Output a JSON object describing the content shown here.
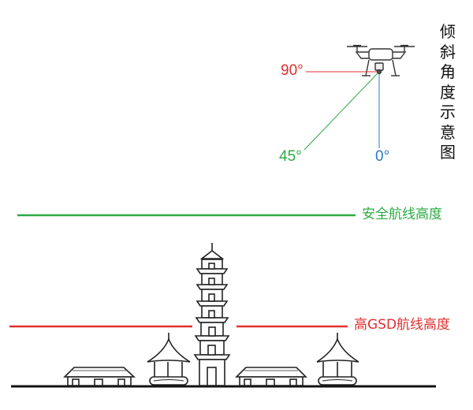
{
  "diagram": {
    "title_vertical": "倾斜角度示意图",
    "angles": {
      "deg90": "90°",
      "deg45": "45°",
      "deg0": "0°"
    },
    "lines": {
      "safe_altitude": "安全航线高度",
      "gsd_altitude": "高GSD航线高度"
    },
    "colors": {
      "green": "#2eaa44",
      "red": "#e03030",
      "blue": "#2a78c8",
      "ink": "#222222"
    },
    "icons": [
      "drone-icon",
      "pagoda-icon",
      "pavilion-icon",
      "house-icon"
    ]
  }
}
